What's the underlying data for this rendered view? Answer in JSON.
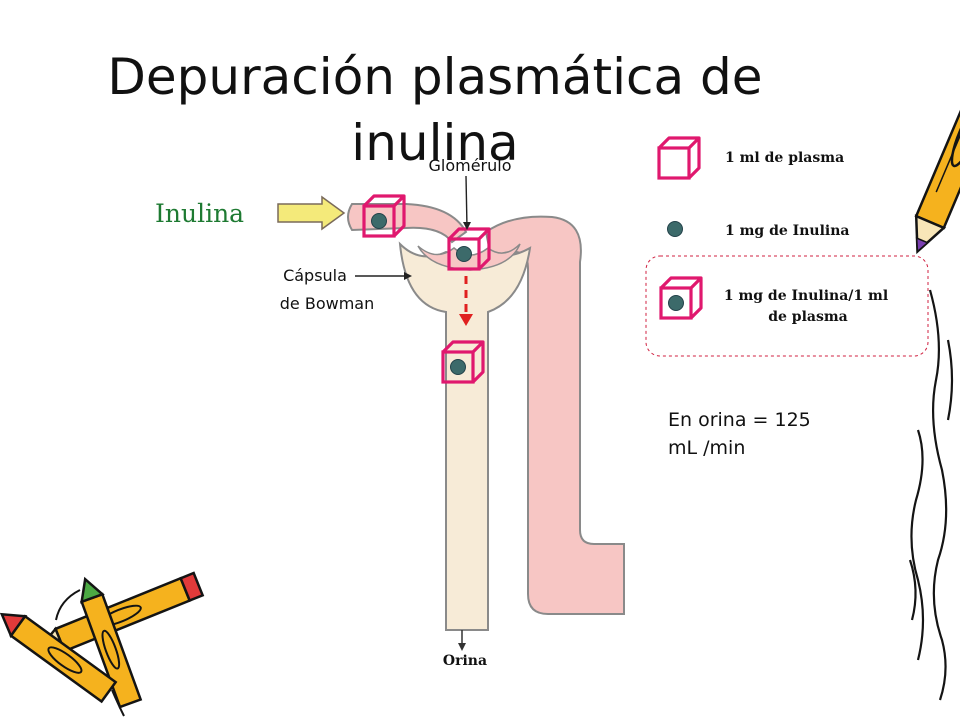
{
  "slide": {
    "title_line1": "Depuración plasmática de",
    "title_line2": "inulina"
  },
  "diagram": {
    "inulina_label": "Inulina",
    "glomerulo_label": "Glomérulo",
    "capsula_line1": "Cápsula",
    "capsula_line2": "de Bowman",
    "orina_label": "Orina"
  },
  "legend": {
    "plasma_label": "1 ml de plasma",
    "inulina_label": "1 mg de Inulina",
    "ratio_line1": "1 mg de Inulina/1 ml",
    "ratio_line2": "de plasma"
  },
  "result": {
    "line1": "En orina = 125",
    "line2": "mL /min"
  },
  "colors": {
    "tubule_fill": "#f7c6c4",
    "tubule_stroke": "#8a8a8a",
    "capsule_fill": "#f7ebd7",
    "cube_stroke": "#e0186e",
    "molecule_fill": "#3c6a6a",
    "arrow_dashed": "#e02020",
    "inulina_green": "#1e7a32",
    "arrow_yellow": "#f4ea7a",
    "legend_border": "#d02040"
  }
}
